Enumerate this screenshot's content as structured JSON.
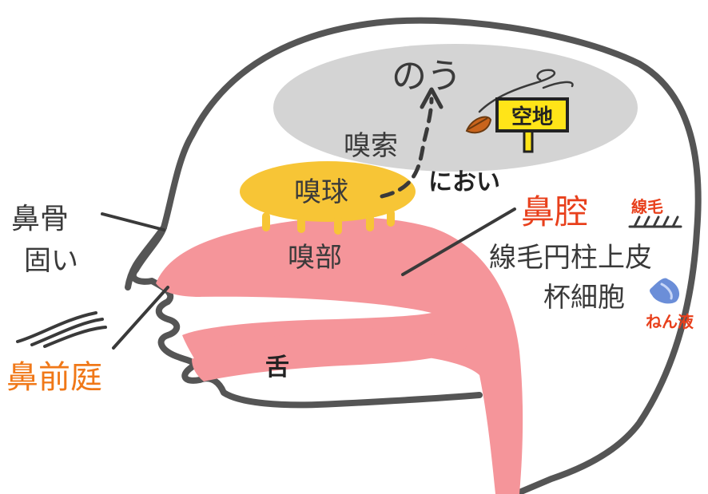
{
  "labels": {
    "brain": "のう",
    "vacant_sign": "空地",
    "olfactory_tract": "嗅索",
    "smell": "におい",
    "olfactory_bulb": "嗅球",
    "olfactory_region": "嗅部",
    "nasal_cavity": "鼻腔",
    "cilia_note": "線毛",
    "epithelium": "線毛円柱上皮",
    "goblet_cells": "杯細胞",
    "mucus_note": "ねん液",
    "nasal_bone": "鼻骨",
    "hard": "固い",
    "vestibule": "鼻前庭",
    "tongue": "舌"
  },
  "colors": {
    "outline": "#555555",
    "brain_fill": "#d4d4d4",
    "bulb_fill": "#f7c536",
    "nasal_fill": "#f5959a",
    "sign_fill": "#ffe418",
    "cavity_red": "#e8401c",
    "vestibule_orange": "#f07818",
    "mucus_blue": "#6b8ed8",
    "leaf_brown": "#c9641c"
  },
  "icons": [
    "leaf-icon",
    "signboard-icon",
    "hair-icon",
    "mucus-drop-icon",
    "cilia-icon"
  ]
}
